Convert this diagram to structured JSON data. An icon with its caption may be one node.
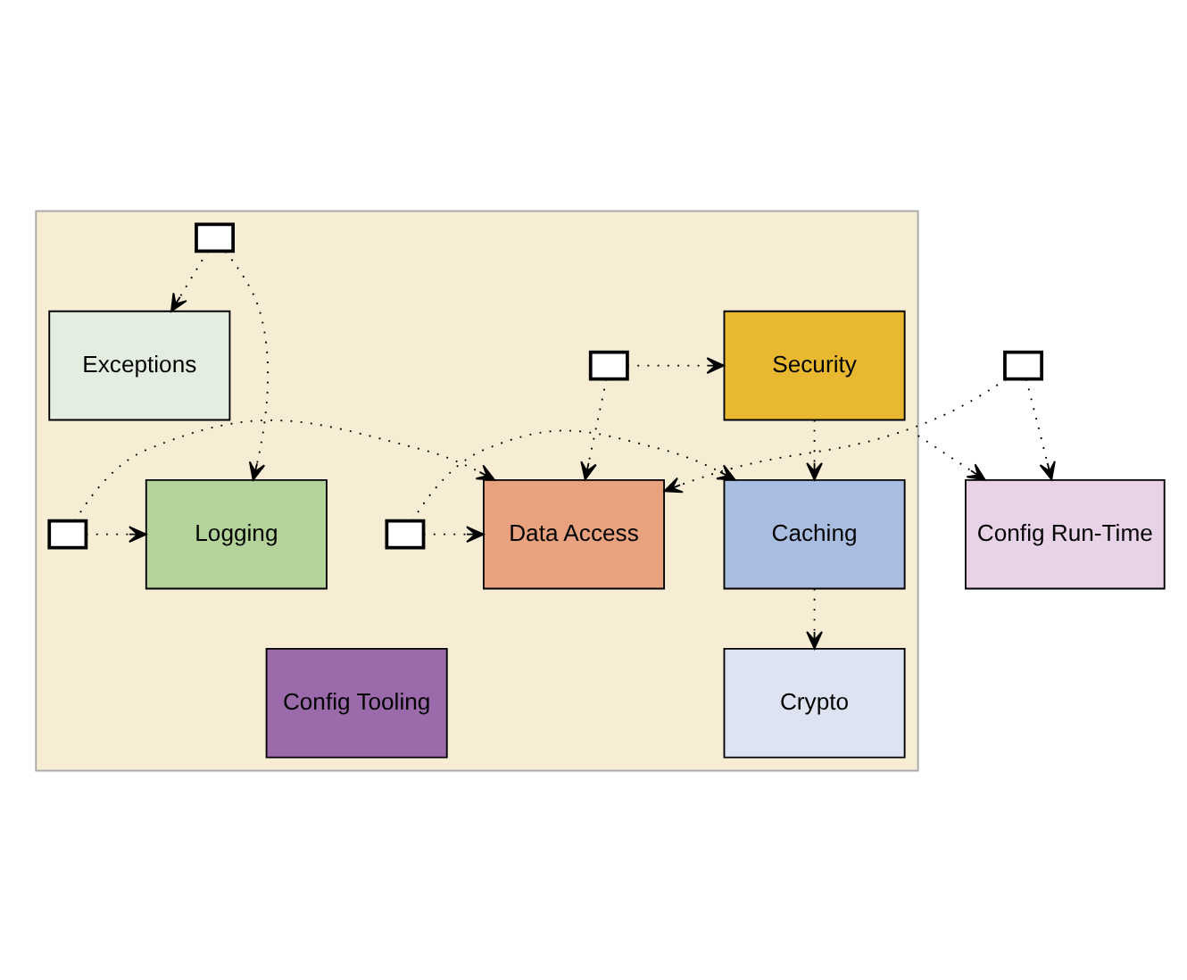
{
  "diagram": {
    "nodes": [
      {
        "text": [],
        "shape": "box"
      },
      {
        "text": [
          "Security"
        ],
        "in": 0
      },
      {
        "text": [
          "Exceptions"
        ],
        "in": 0
      },
      {
        "text": [
          "Caching"
        ],
        "in": 0
      },
      {
        "text": [
          "Data Access"
        ],
        "in": 0
      },
      {
        "text": [
          "Logging"
        ],
        "in": 0
      },
      {
        "text": [
          "Crypto"
        ],
        "in": 0
      },
      {
        "text": [
          "Config Tooling"
        ],
        "in": 0
      },
      {
        "text": [
          "Config Run-Time"
        ]
      },
      {
        "text": [],
        "shape": "box",
        "in": 0
      },
      {
        "text": [],
        "shape": "box",
        "in": 0
      },
      {
        "text": [],
        "shape": "box",
        "in": 0
      },
      {
        "text": [],
        "shape": "box",
        "in": 0
      },
      {
        "text": [],
        "shape": "box"
      }
    ],
    "edges": [
      {
        "from": 9,
        "to": 1,
        "arrow": "to"
      },
      {
        "from": 9,
        "to": 4,
        "arrow": "to"
      },
      {
        "from": 1,
        "to": 3,
        "arrow": "to"
      },
      {
        "from": 10,
        "to": 2,
        "arrow": "to"
      },
      {
        "from": 10,
        "to": 5,
        "arrow": "to"
      },
      {
        "from": 11,
        "to": 3,
        "arrow": "to"
      },
      {
        "from": 11,
        "to": 4,
        "arrow": "to"
      },
      {
        "from": 12,
        "to": 5,
        "arrow": "to"
      },
      {
        "from": 12,
        "to": 4,
        "arrow": "to"
      },
      {
        "from": 3,
        "to": 6,
        "arrow": "to"
      },
      {
        "from": 13,
        "to": 4,
        "arrow": "to"
      },
      {
        "from": 13,
        "to": 8,
        "arrow": "to"
      },
      {
        "from": 0,
        "to": 8,
        "arrow": "to"
      }
    ]
  }
}
